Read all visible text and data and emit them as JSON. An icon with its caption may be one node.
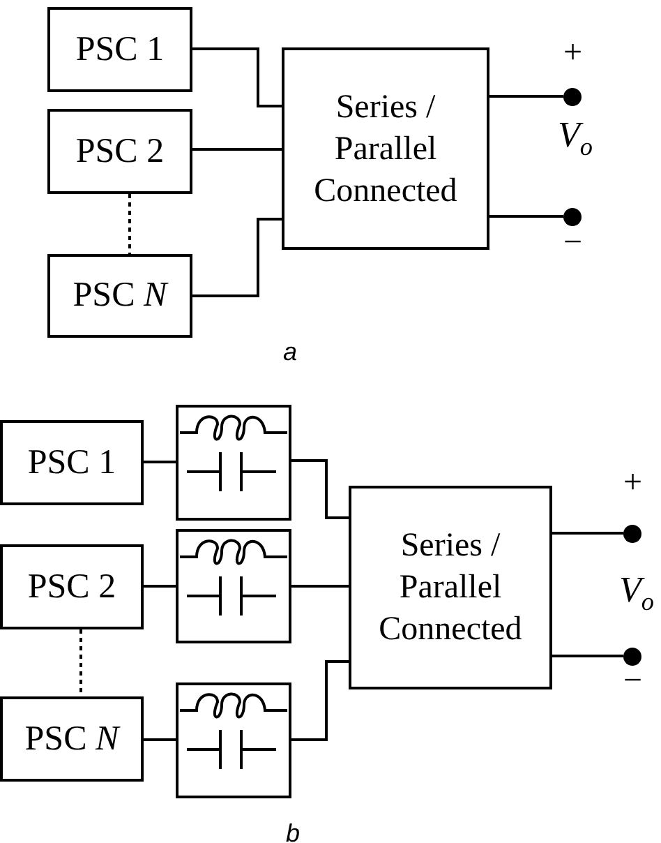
{
  "diagram": {
    "nodes": [
      {
        "text": [
          "PSC 1"
        ]
      },
      {
        "text": [
          "PSC 2"
        ]
      },
      {
        "text": [
          "PSC *N*"
        ]
      },
      {
        "text": [
          "Series / Parallel Connected"
        ]
      },
      {
        "text": [],
        "shape": "circle"
      },
      {
        "text": [],
        "shape": "circle"
      },
      {
        "text": [
          "PSC 1"
        ]
      },
      {
        "text": [],
        "shape": "box"
      },
      {
        "text": [
          "PSC 2"
        ]
      },
      {
        "text": [],
        "shape": "box"
      },
      {
        "text": [
          "PSC *N*"
        ]
      },
      {
        "text": [],
        "shape": "box"
      },
      {
        "text": [
          "Series / Parallel Connected"
        ]
      },
      {
        "text": [],
        "shape": "circle"
      },
      {
        "text": [],
        "shape": "circle"
      }
    ],
    "edges": [
      {
        "from": 0,
        "to": 3,
        "arrow": "none"
      },
      {
        "from": 1,
        "to": 3,
        "arrow": "none"
      },
      {
        "from": 2,
        "to": 3,
        "arrow": "none"
      },
      {
        "from": 1,
        "to": 2,
        "arrow": "none",
        "style": "dashed"
      },
      {
        "from": 3,
        "to": 4,
        "arrow": "none"
      },
      {
        "from": 3,
        "to": 5,
        "arrow": "none"
      },
      {
        "from": 6,
        "to": 7,
        "arrow": "none"
      },
      {
        "from": 8,
        "to": 9,
        "arrow": "none"
      },
      {
        "from": 10,
        "to": 11,
        "arrow": "none"
      },
      {
        "from": 7,
        "to": 12,
        "arrow": "none"
      },
      {
        "from": 9,
        "to": 12,
        "arrow": "none"
      },
      {
        "from": 11,
        "to": 12,
        "arrow": "none"
      },
      {
        "from": 8,
        "to": 10,
        "arrow": "none",
        "style": "dashed"
      },
      {
        "from": 12,
        "to": 13,
        "arrow": "none"
      },
      {
        "from": 12,
        "to": 14,
        "arrow": "none"
      }
    ],
    "labels": [
      "+",
      "*V*$_{o}$",
      "−",
      "a",
      "+",
      "*V*$_{o}$",
      "−",
      "b"
    ]
  }
}
